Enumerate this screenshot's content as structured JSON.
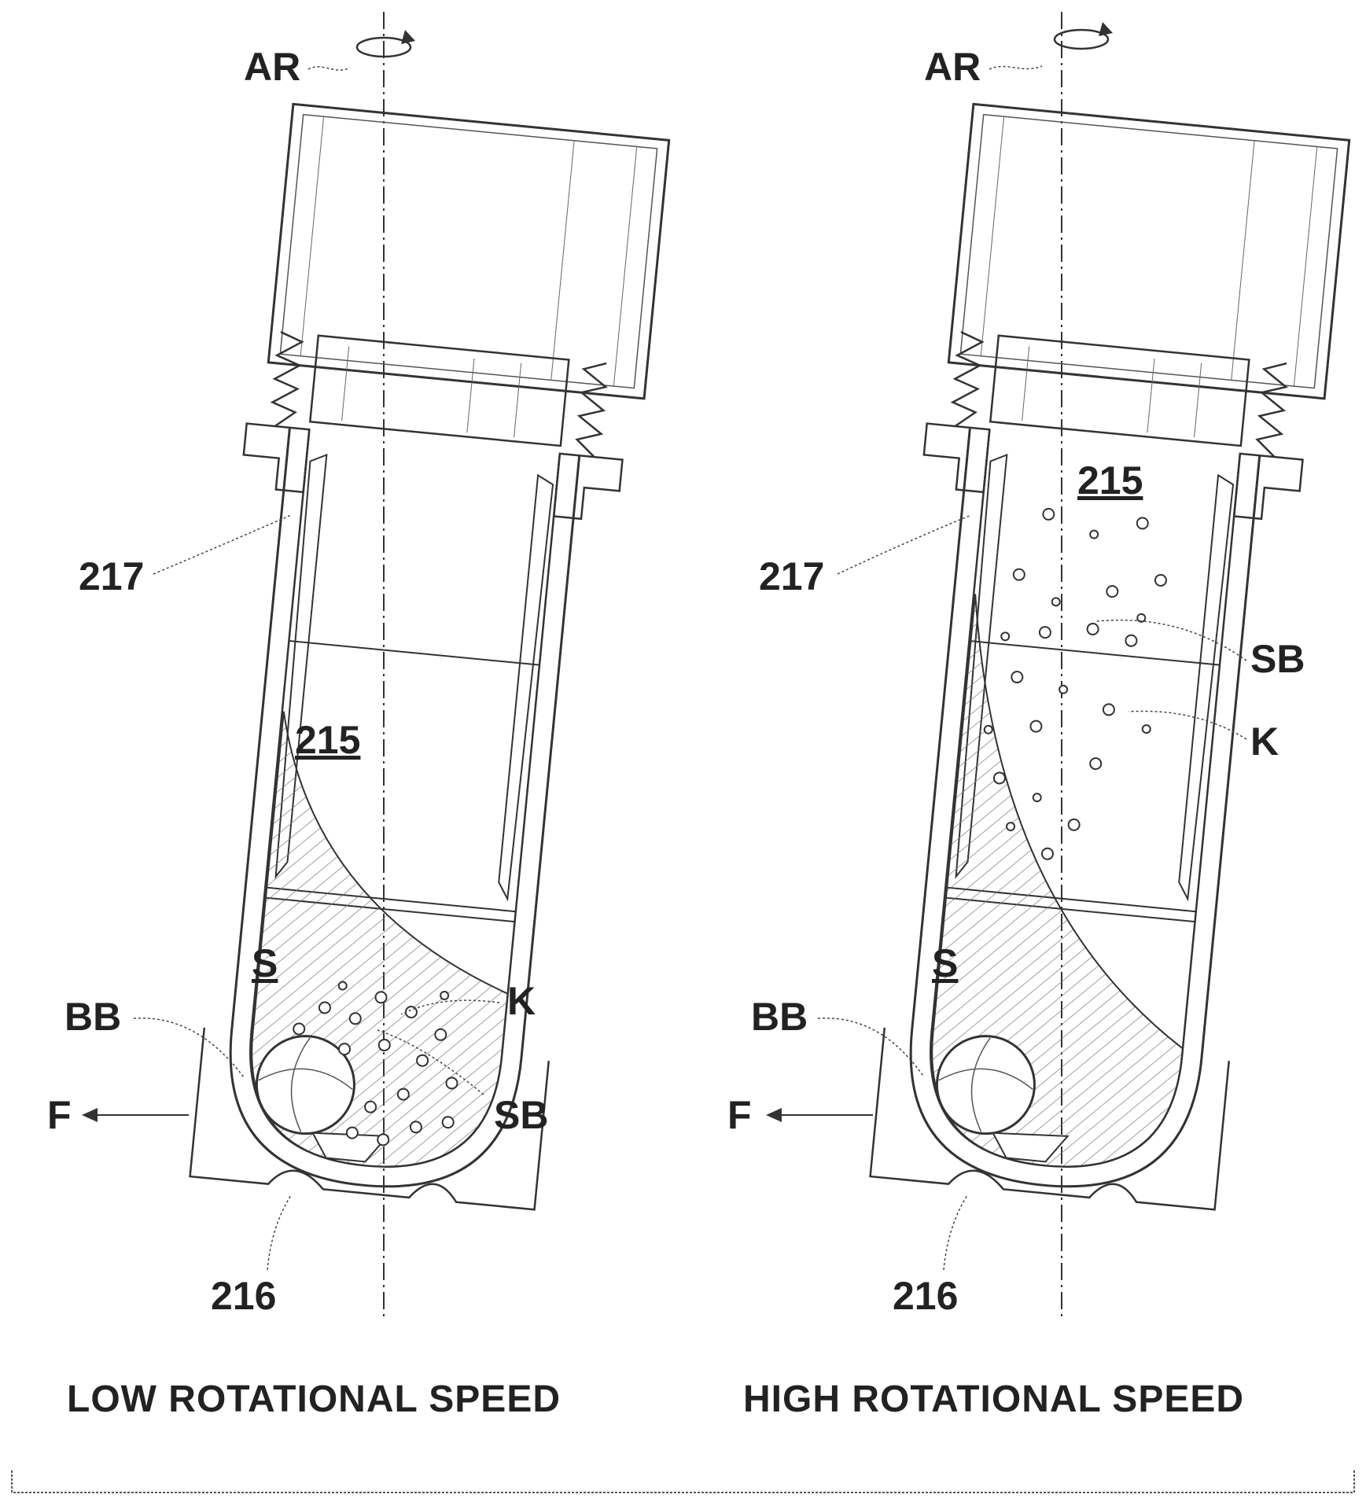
{
  "panels": [
    {
      "caption": "LOW ROTATIONAL SPEED",
      "labels": {
        "axis": "AR",
        "tube_body": "215",
        "fin": "217",
        "sample": "S",
        "big_bead": "BB",
        "small_bead": "SB",
        "particle": "K",
        "force": "F",
        "bottom": "216"
      }
    },
    {
      "caption": "HIGH ROTATIONAL SPEED",
      "labels": {
        "axis": "AR",
        "tube_body": "215",
        "fin": "217",
        "sample": "S",
        "big_bead": "BB",
        "small_bead": "SB",
        "particle": "K",
        "force": "F",
        "bottom": "216"
      }
    }
  ]
}
